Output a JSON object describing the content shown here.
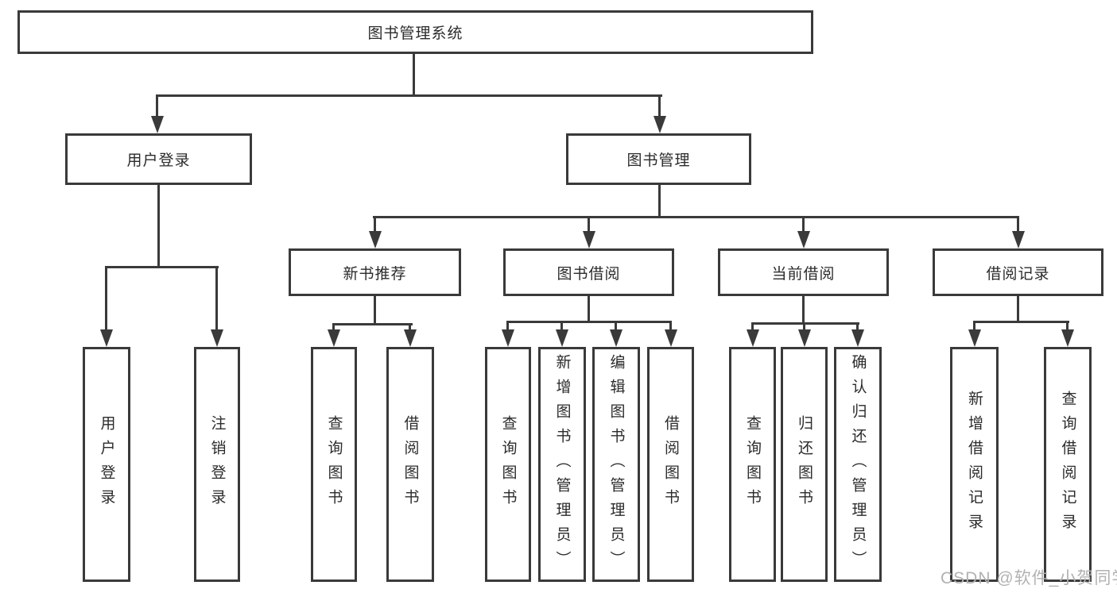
{
  "diagram": {
    "root": {
      "label": "图书管理系统"
    },
    "level2": [
      {
        "label": "用户登录"
      },
      {
        "label": "图书管理"
      }
    ],
    "level3": [
      {
        "label": "新书推荐"
      },
      {
        "label": "图书借阅"
      },
      {
        "label": "当前借阅"
      },
      {
        "label": "借阅记录"
      }
    ],
    "leaves": [
      {
        "label": "用户登录"
      },
      {
        "label": "注销登录"
      },
      {
        "label": "查询图书"
      },
      {
        "label": "借阅图书"
      },
      {
        "label": "查询图书"
      },
      {
        "label": "新增图书（管理员）"
      },
      {
        "label": "编辑图书（管理员）"
      },
      {
        "label": "借阅图书"
      },
      {
        "label": "查询图书"
      },
      {
        "label": "归还图书"
      },
      {
        "label": "确认归还（管理员）"
      },
      {
        "label": "新增借阅记录"
      },
      {
        "label": "查询借阅记录"
      }
    ],
    "colors": {
      "line": "#3a3a3a",
      "text": "#2b2b2b",
      "watermark": "#b2b2b2",
      "box_background": "#ffffff"
    }
  },
  "watermark": {
    "text": "CSDN @软件_小贺同学"
  }
}
